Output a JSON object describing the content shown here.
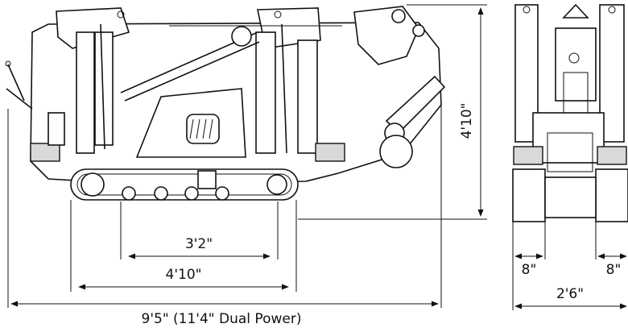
{
  "colors": {
    "line": "#111111",
    "background": "#ffffff",
    "accent_gray": "#d9d9d9"
  },
  "side_view": {
    "dimensions": {
      "total_length": "9'5\" (11'4\" Dual Power)",
      "track_length": "4'10\"",
      "wheelbase": "3'2\"",
      "height": "4'10\""
    }
  },
  "front_view": {
    "dimensions": {
      "track_width_left": "8\"",
      "track_width_right": "8\"",
      "overall_width": "2'6\""
    }
  }
}
